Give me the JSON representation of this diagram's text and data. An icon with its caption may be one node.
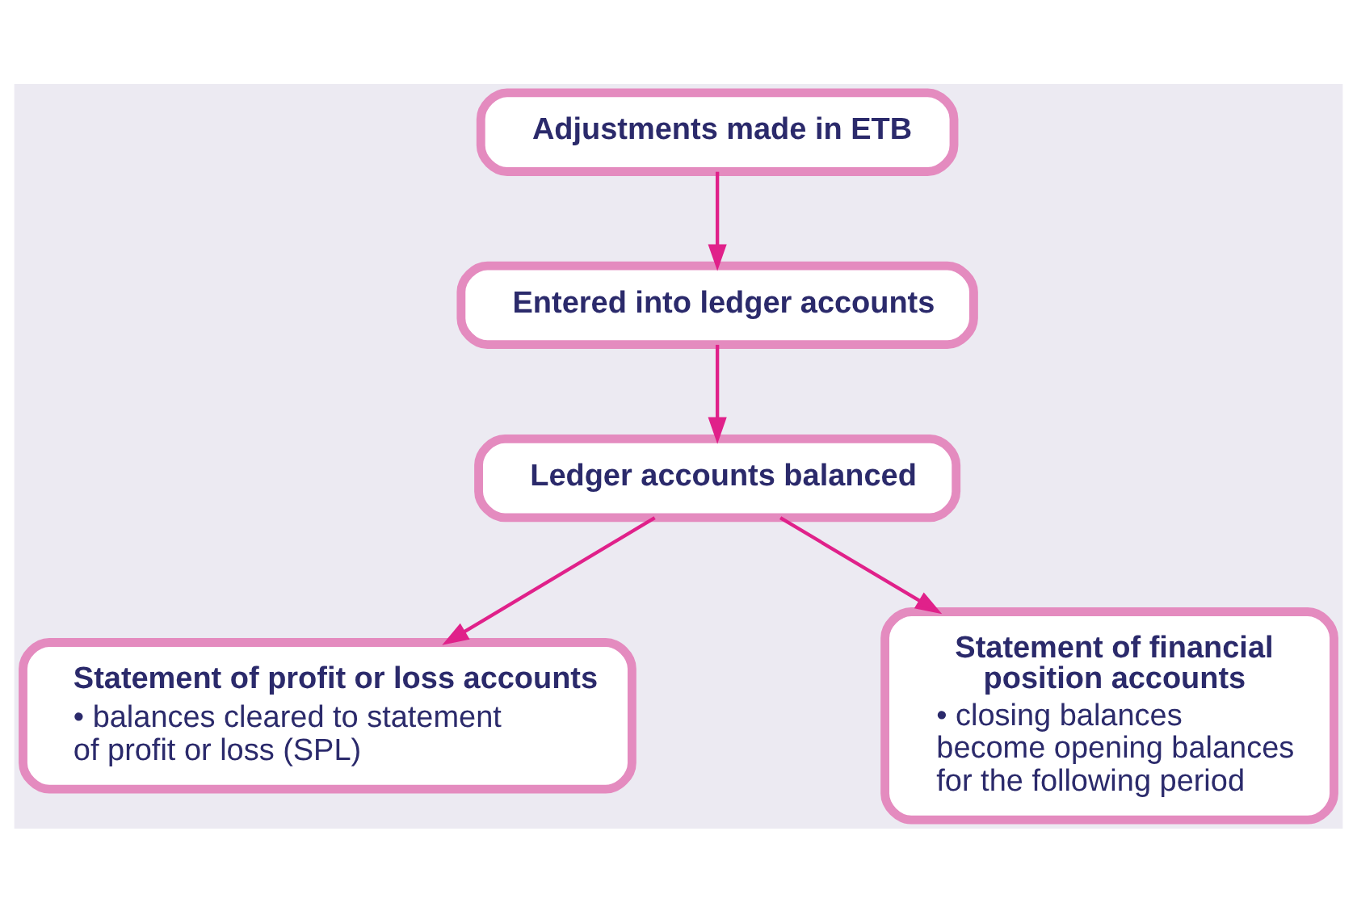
{
  "diagram": {
    "nodes": [
      {
        "text": [
          "Adjustments made in ETB"
        ]
      },
      {
        "text": [
          "Entered into ledger accounts"
        ]
      },
      {
        "text": [
          "Ledger accounts balanced"
        ]
      },
      {
        "text": [
          "Statement of profit or loss accounts",
          "• balances cleared to statement of profit or loss (SPL)"
        ]
      },
      {
        "text": [
          "Statement of financial position accounts",
          "• closing balances become opening balances for the following period"
        ]
      }
    ],
    "edges": [
      {
        "from": 0,
        "to": 1,
        "arrow": "to"
      },
      {
        "from": 1,
        "to": 2,
        "arrow": "to"
      },
      {
        "from": 2,
        "to": 3,
        "arrow": "to"
      },
      {
        "from": 2,
        "to": 4,
        "arrow": "to"
      }
    ]
  }
}
